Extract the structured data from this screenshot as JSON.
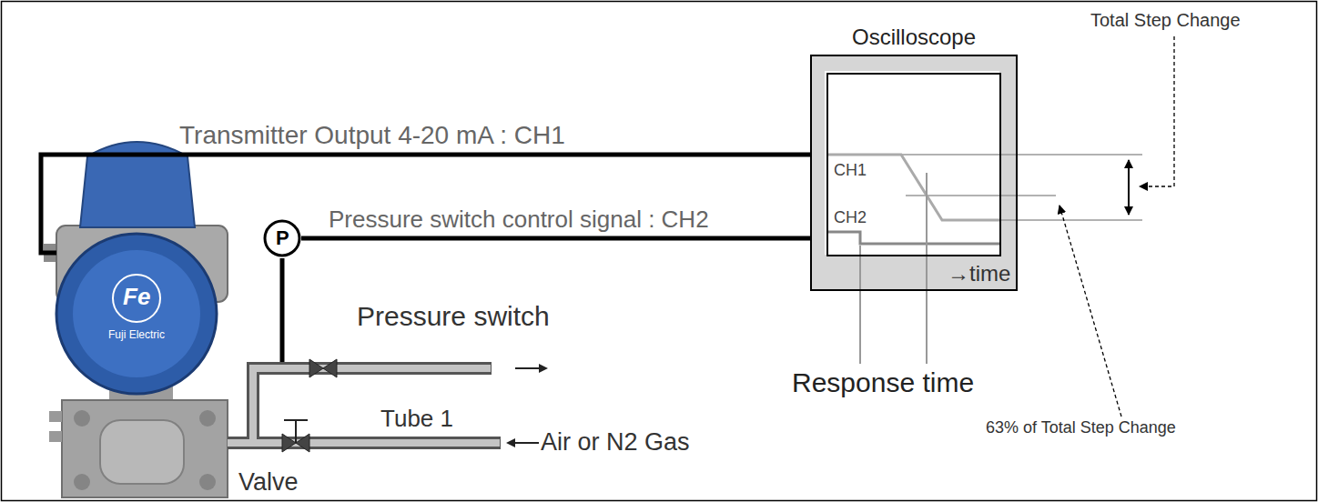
{
  "diagram": {
    "nodes": [
      {
        "text": [
          "Oscilloscope",
          "→time"
        ]
      },
      {
        "text": [
          "CH1",
          "CH2"
        ],
        "in": 0
      },
      {
        "text": [
          "P"
        ]
      }
    ],
    "edges": [
      {
        "from": 2,
        "to": 0,
        "arrow": "none",
        "label": "Pressure switch control signal : CH2"
      }
    ],
    "labels": [
      "Transmitter Output 4-20 mA : CH1",
      "Pressure switch",
      "Tube 1",
      "Air or N2 Gas",
      "Valve",
      "Response time",
      "Total Step Change",
      "63% of Total Step Change",
      "Fe",
      "Fuji Electric"
    ]
  }
}
